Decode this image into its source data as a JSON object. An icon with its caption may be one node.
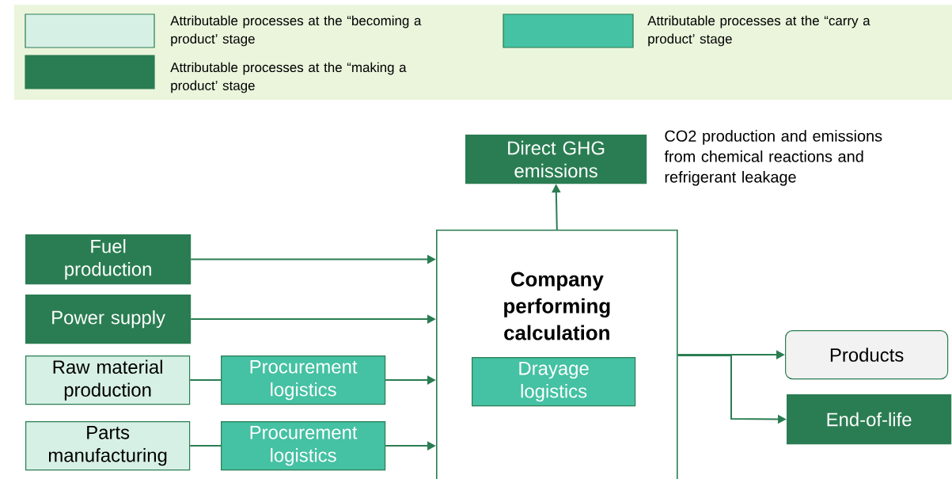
{
  "diagram": {
    "nodes": [
      {
        "text": [
          "Direct GHG emissions"
        ],
        "beside": [
          "CO2 production and emissions from chemical reactions and refrigerant leakage"
        ]
      },
      {
        "text": [
          "Company performing calculation"
        ]
      },
      {
        "text": [
          "Drayage logistics"
        ],
        "in": 1
      },
      {
        "text": [
          "Fuel production"
        ]
      },
      {
        "text": [
          "Power supply"
        ]
      },
      {
        "text": [
          "Raw material production"
        ]
      },
      {
        "text": [
          "Procurement logistics"
        ]
      },
      {
        "text": [
          "Parts manufacturing"
        ]
      },
      {
        "text": [
          "Procurement logistics"
        ]
      },
      {
        "text": [
          "Products"
        ]
      },
      {
        "text": [
          "End-of-life"
        ]
      }
    ],
    "edges": [
      {
        "from": 1,
        "to": 0,
        "arrow": "to"
      },
      {
        "from": 3,
        "to": 1,
        "arrow": "to"
      },
      {
        "from": 4,
        "to": 1,
        "arrow": "to"
      },
      {
        "from": 5,
        "to": 6,
        "arrow": "none"
      },
      {
        "from": 6,
        "to": 1,
        "arrow": "to"
      },
      {
        "from": 7,
        "to": 8,
        "arrow": "none"
      },
      {
        "from": 8,
        "to": 1,
        "arrow": "to"
      },
      {
        "from": 1,
        "to": 9,
        "arrow": "to"
      },
      {
        "from": 1,
        "to": 10,
        "arrow": "to"
      }
    ],
    "legend": [
      {
        "text": "Attributable processes at the “becoming a product’ stage",
        "color": "#d7f0e6"
      },
      {
        "text": "Attributable processes at the “making a product’ stage",
        "color": "#2a7d52"
      },
      {
        "text": "Attributable processes at the “carry a product’ stage",
        "color": "#45c1a3"
      }
    ]
  }
}
